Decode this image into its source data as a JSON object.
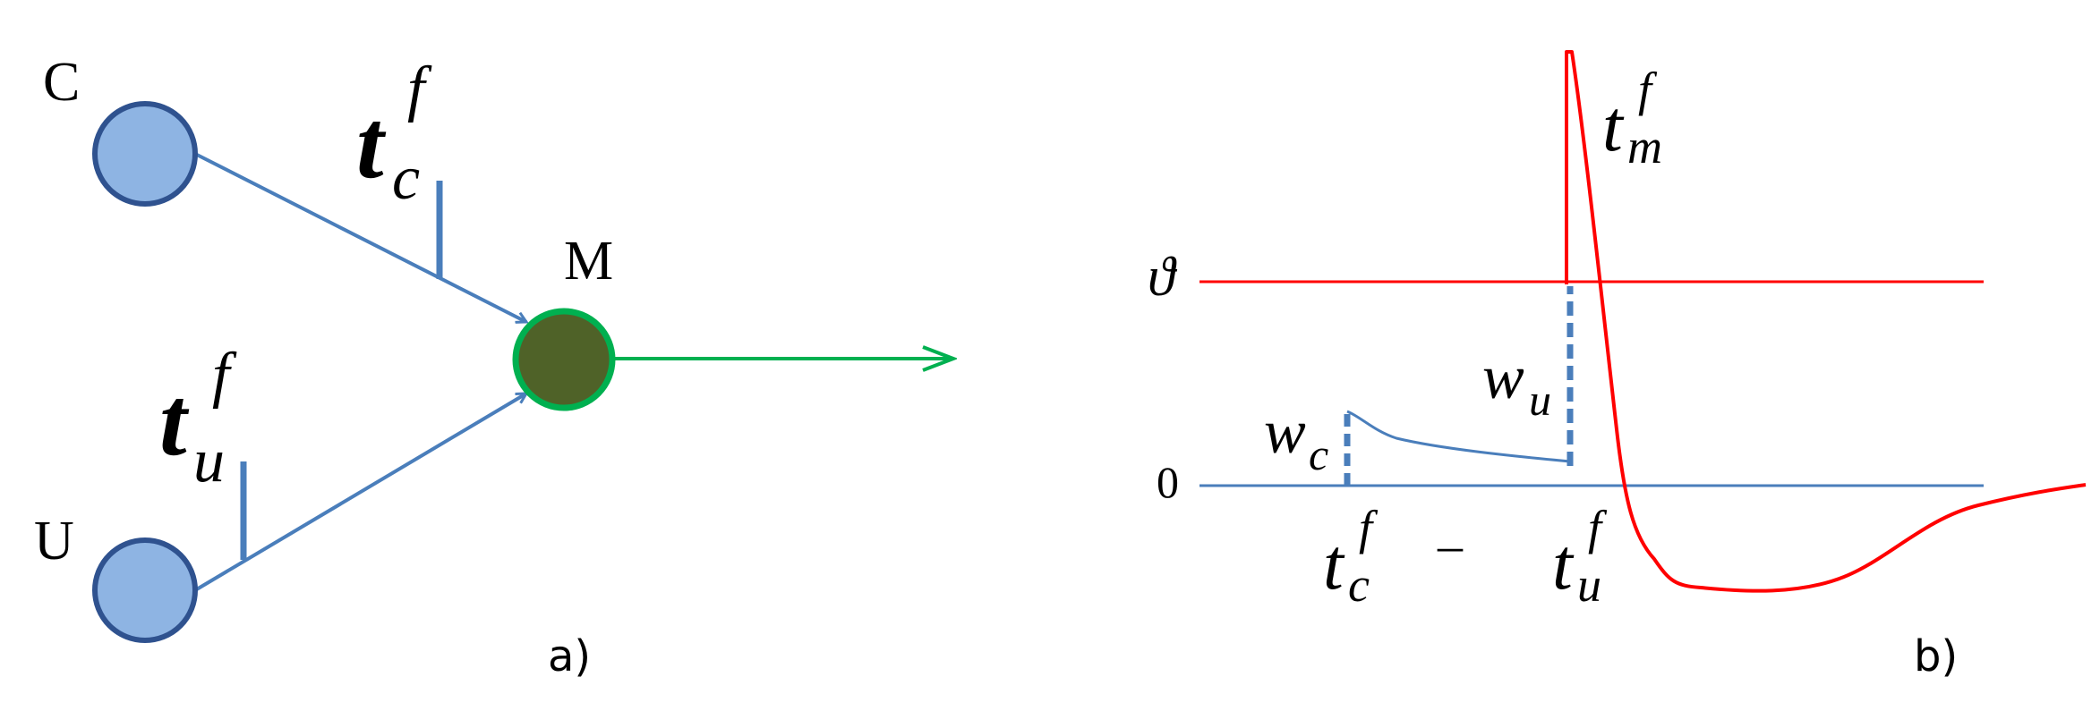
{
  "panel_a": {
    "caption": "a)",
    "neuron_c": {
      "label": "C",
      "color": "#8eb4e3",
      "stroke": "#2f528f"
    },
    "neuron_u": {
      "label": "U",
      "color": "#8eb4e3",
      "stroke": "#2f528f"
    },
    "neuron_m": {
      "label": "M",
      "color": "#4f6228",
      "stroke": "#00b050"
    },
    "spike_c": {
      "base": "t",
      "sub": "c",
      "sup": "f"
    },
    "spike_u": {
      "base": "t",
      "sub": "u",
      "sup": "f"
    },
    "synapse_color": "#4a7ebb",
    "output_color": "#00b050"
  },
  "panel_b": {
    "caption": "b)",
    "threshold_label": "ϑ",
    "zero_label": "0",
    "weight_c": {
      "base": "w",
      "sub": "c"
    },
    "weight_u": {
      "base": "w",
      "sub": "u"
    },
    "time_c": {
      "base": "t",
      "sub": "c",
      "sup": "f"
    },
    "time_u": {
      "base": "t",
      "sub": "u",
      "sup": "f"
    },
    "time_m": {
      "base": "t",
      "sub": "m",
      "sup": "f"
    },
    "separator": "–",
    "potential_color": "#4a7ebb",
    "spike_color": "#ff0000"
  }
}
